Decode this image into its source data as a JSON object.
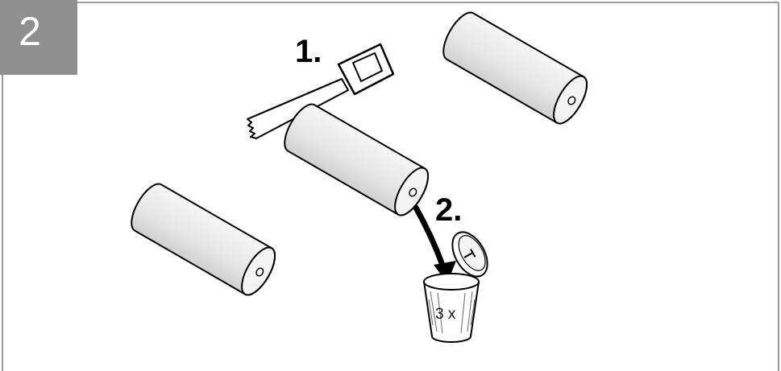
{
  "panel": {
    "step_number": "2",
    "step1_label": "1.",
    "step2_label": "2.",
    "count_label": "3 x"
  },
  "icons": [
    "saw-icon",
    "battery-icon",
    "container-icon",
    "arrow-icon",
    "lid-icon"
  ],
  "colors": {
    "step_box": "#8f8f8f",
    "frame": "#9a9a9a",
    "battery_fill": "#ececec",
    "stroke": "#000000"
  }
}
